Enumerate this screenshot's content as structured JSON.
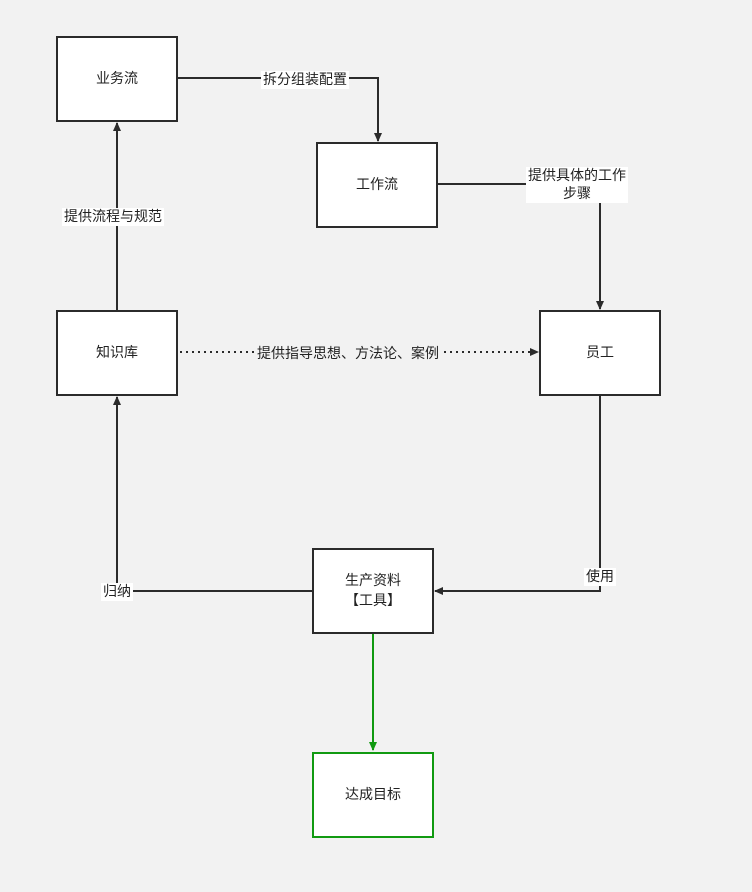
{
  "nodes": {
    "business_flow": "业务流",
    "workflow": "工作流",
    "knowledge_base": "知识库",
    "employee": "员工",
    "production_material": "生产资料\n【工具】",
    "goal": "达成目标"
  },
  "edges": {
    "split_assemble": "拆分组装配置",
    "provide_steps": "提供具体的工作\n步骤",
    "provide_process": "提供流程与规范",
    "provide_guidance": "提供指导思想、方法论、案例",
    "use": "使用",
    "summarize": "归纳"
  },
  "colors": {
    "line": "#2b2b2b",
    "goal_accent": "#119a11",
    "background": "#f2f2f2"
  }
}
